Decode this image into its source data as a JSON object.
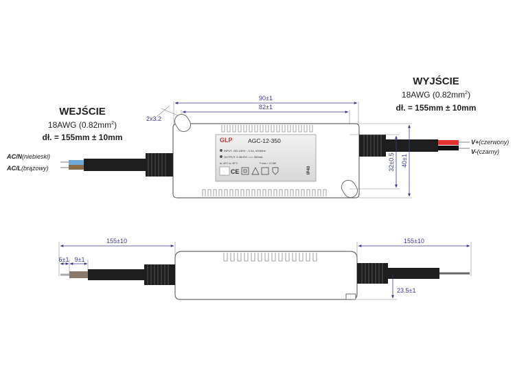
{
  "input": {
    "heading": "WEJŚCIE",
    "awg": "18AWG (0.82mm",
    "awg_sup": "2",
    "awg_end": ")",
    "length": "dł. = 155mm ± 10mm",
    "wire_n_code": "AC/N",
    "wire_n_color": "(niebieski)",
    "wire_l_code": "AC/L",
    "wire_l_color": "(brązowy)"
  },
  "output": {
    "heading": "WYJŚCIE",
    "awg": "18AWG (0.82mm",
    "awg_sup": "2",
    "awg_end": ")",
    "length": "dł. = 155mm ± 10mm",
    "wire_plus_code": "V+",
    "wire_plus_color": "(czerwony)",
    "wire_minus_code": "V-",
    "wire_minus_color": "(czarny)"
  },
  "dimensions": {
    "length_total": "90±1",
    "length_mount": "82±1",
    "hole": "2x3.2",
    "height": "40±1",
    "mount_spacing": "32±0.5",
    "cable_in": "155±10",
    "cable_out": "155±10",
    "strip_1": "6±1",
    "strip_2": "9±1",
    "thickness": "23.5±1"
  },
  "label": {
    "brand": "GLP",
    "model": "AGC-12-350",
    "input_spec": "INPUT: 200-240V~, 0.2A, 50/60Hz",
    "output_spec": "OUTPUT: 9-36VDC === 350mA",
    "temp": "ta: 40°C   tc: 90°C",
    "power": "P max = 12.6W",
    "ip": "IP40"
  },
  "colors": {
    "body_outline": "#6a6a6a",
    "dimension": "#3a3a8a",
    "wire_blue": "#6fa8dc",
    "wire_brown": "#8b6b4a",
    "wire_red": "#e53030",
    "wire_black": "#111111",
    "strain_relief": "#1e1e1e",
    "label_bg": "#e9e9e9"
  }
}
